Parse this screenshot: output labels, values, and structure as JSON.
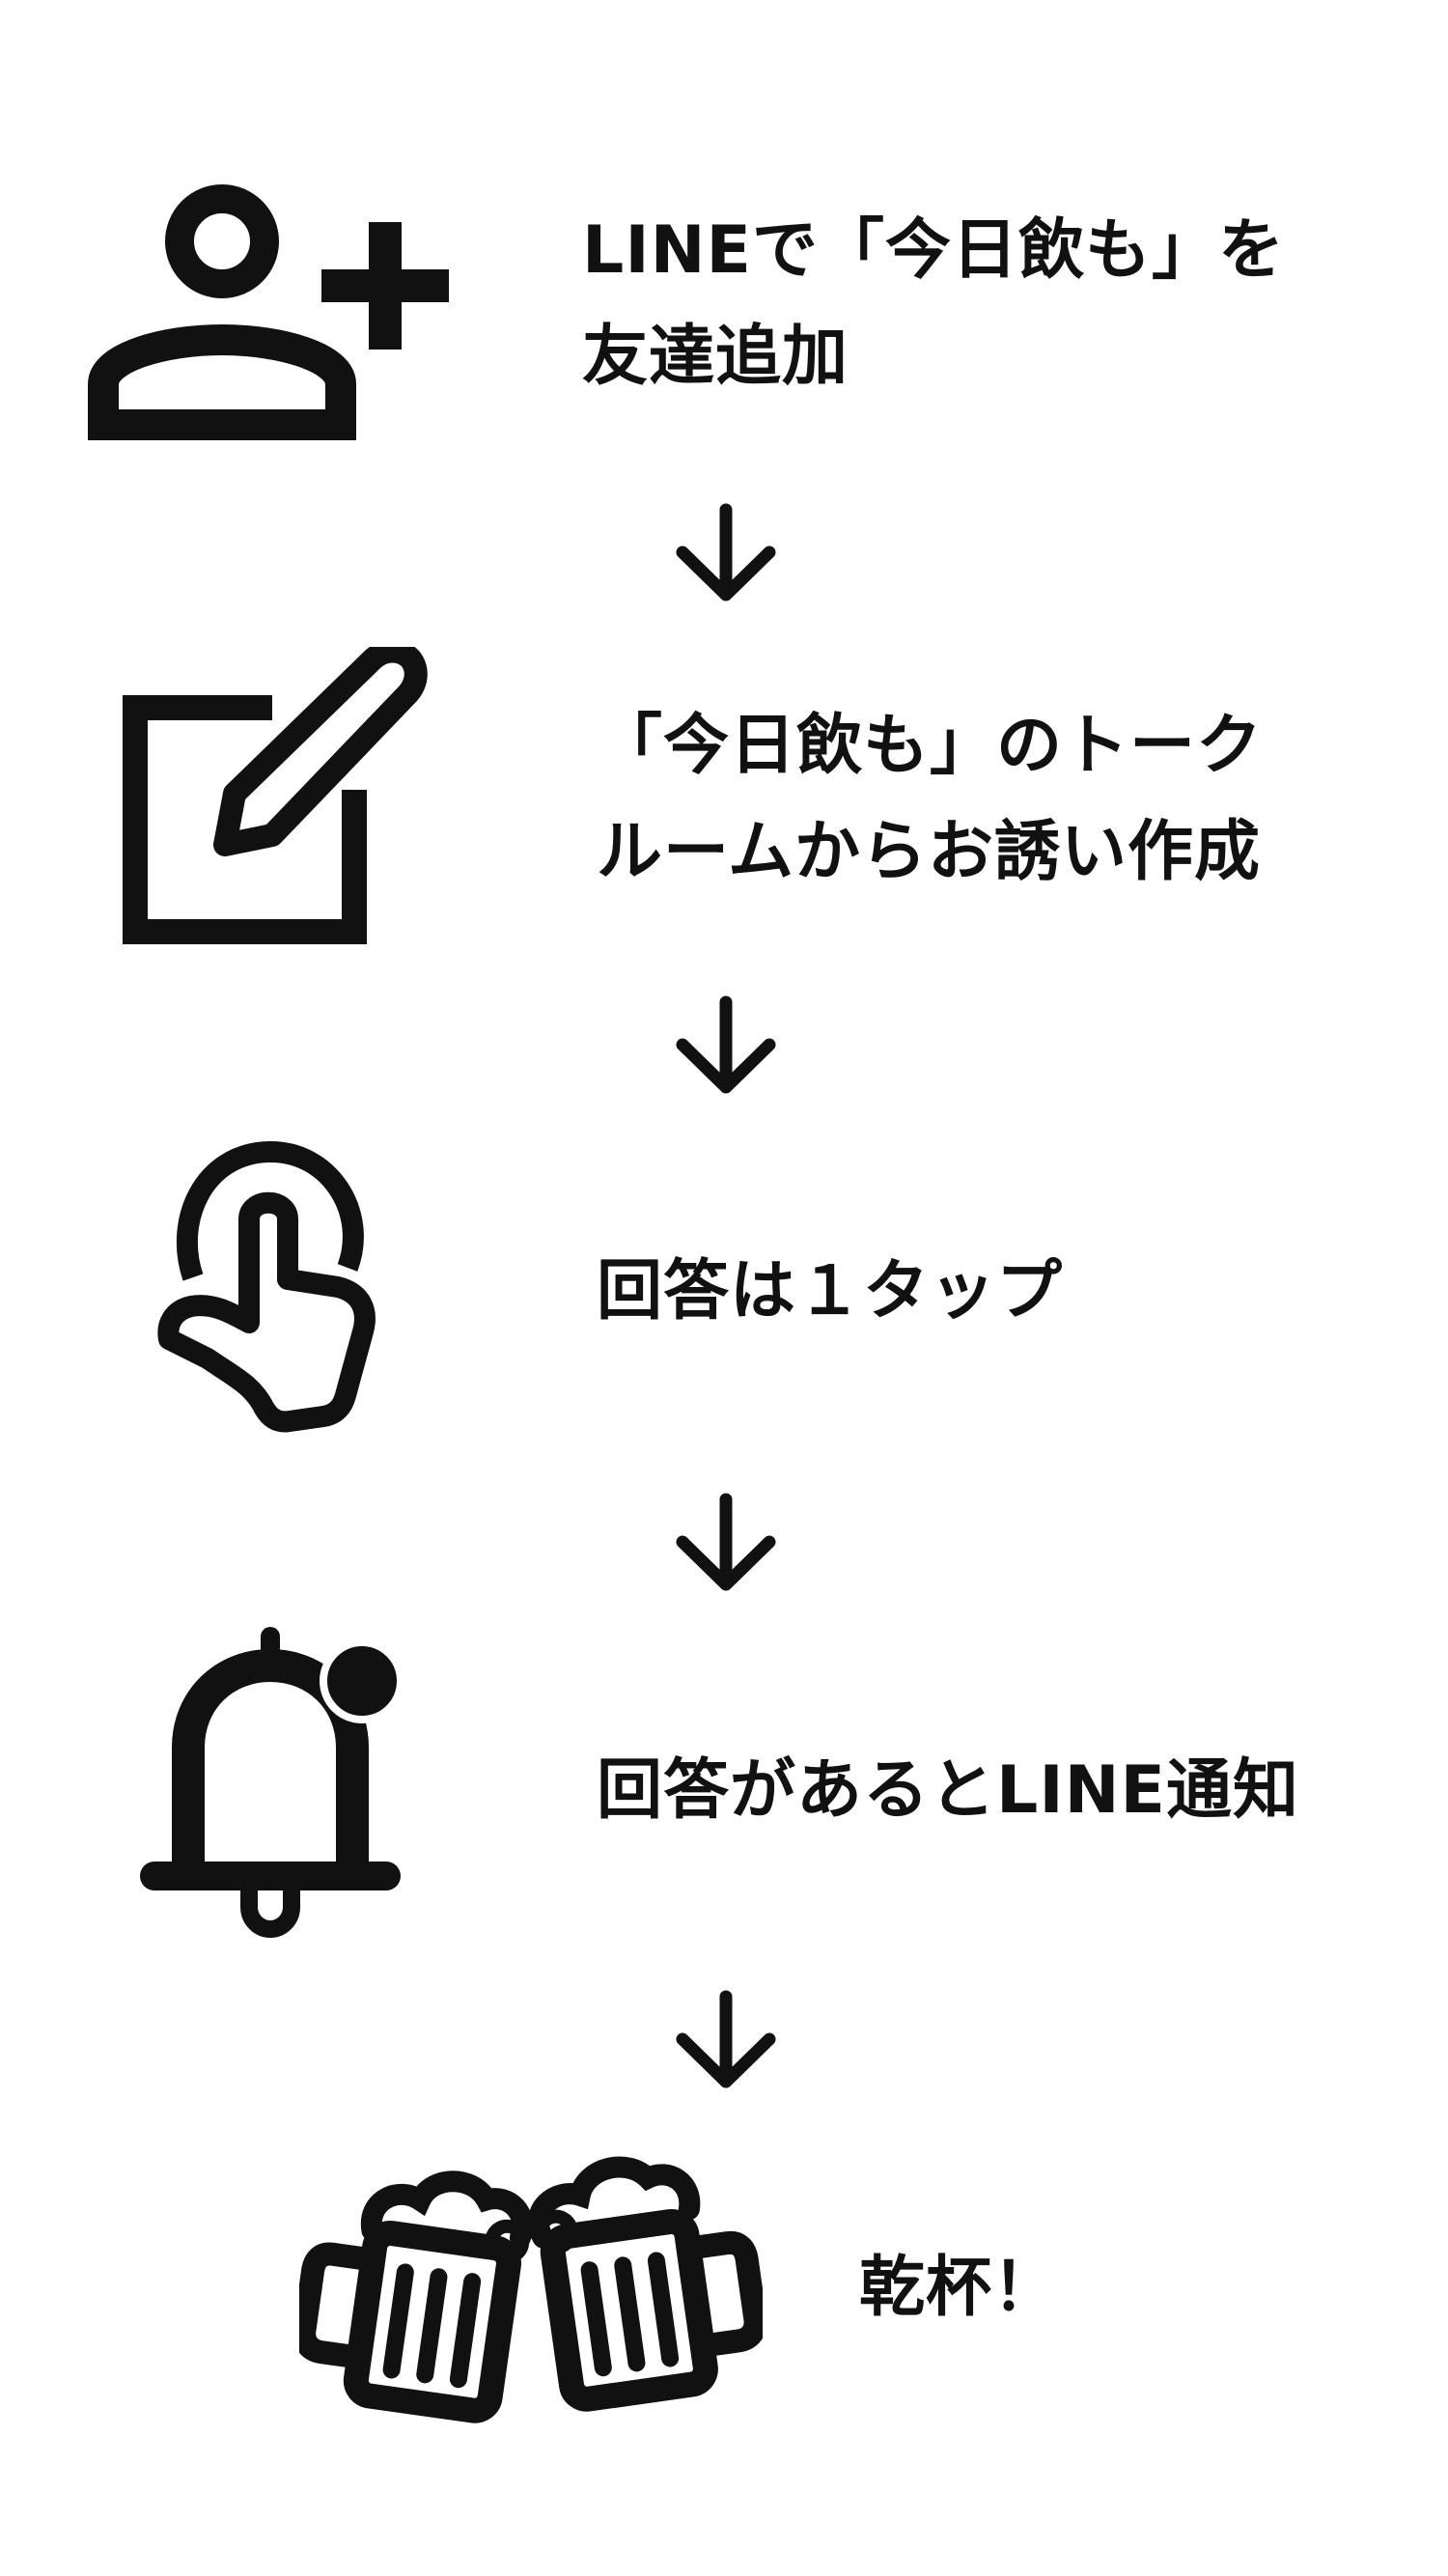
{
  "steps": [
    {
      "icon": "person-add-icon",
      "lines": [
        "LINEで「今日飲も」を",
        "友達追加"
      ]
    },
    {
      "icon": "edit-square-icon",
      "lines": [
        "「今日飲も」のトーク",
        "ルームからお誘い作成"
      ]
    },
    {
      "icon": "tap-hand-icon",
      "lines": [
        "回答は１タップ"
      ]
    },
    {
      "icon": "notification-bell-icon",
      "lines": [
        "回答があるとLINE通知"
      ]
    },
    {
      "icon": "beer-cheers-icon",
      "lines": [
        "乾杯！"
      ]
    }
  ],
  "arrow_icon": "arrow-down-icon",
  "colors": {
    "foreground": "#111111",
    "background": "#ffffff"
  }
}
